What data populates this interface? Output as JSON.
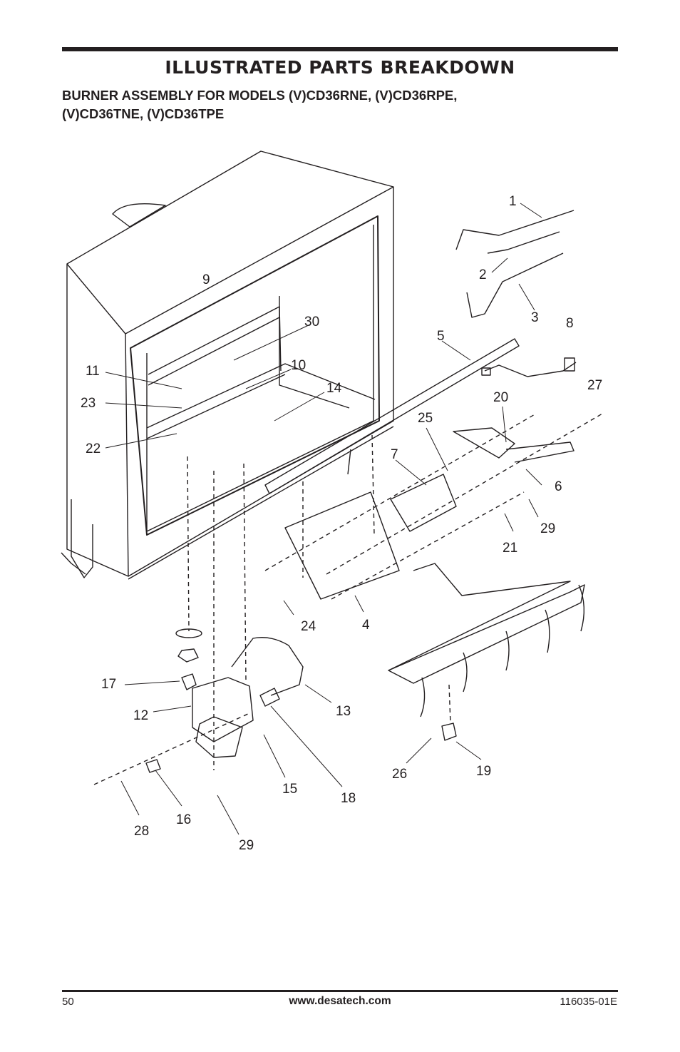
{
  "header": {
    "title": "ILLUSTRATED PARTS BREAKDOWN",
    "subtitle_line1": "BURNER ASSEMBLY FOR MODELS (V)CD36RNE, (V)CD36RPE,",
    "subtitle_line2": "(V)CD36TNE, (V)CD36TPE"
  },
  "callouts": {
    "c1": "1",
    "c2": "2",
    "c3": "3",
    "c4": "4",
    "c5": "5",
    "c6": "6",
    "c7": "7",
    "c8": "8",
    "c9": "9",
    "c10": "10",
    "c11": "11",
    "c12": "12",
    "c13": "13",
    "c14": "14",
    "c15": "15",
    "c16": "16",
    "c17": "17",
    "c18": "18",
    "c19": "19",
    "c20": "20",
    "c21": "21",
    "c22": "22",
    "c23": "23",
    "c24": "24",
    "c25": "25",
    "c26": "26",
    "c27": "27",
    "c28": "28",
    "c29a": "29",
    "c29b": "29",
    "c30": "30"
  },
  "footer": {
    "page_number": "50",
    "website": "www.desatech.com",
    "doc_number": "116035-01E"
  }
}
